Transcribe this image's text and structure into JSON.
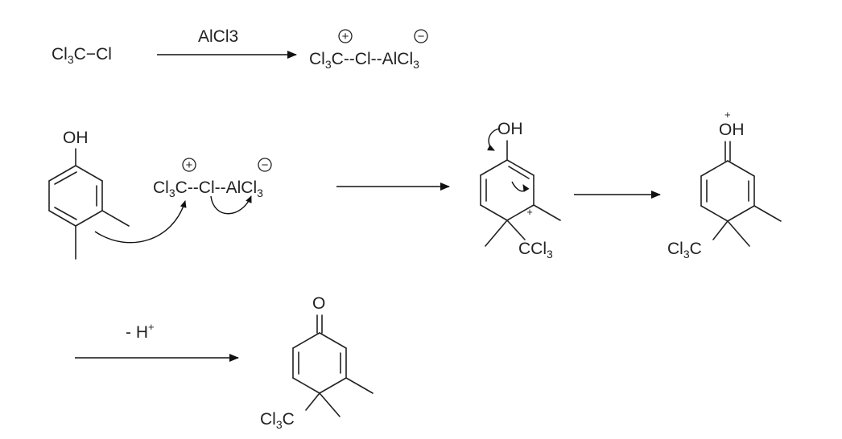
{
  "reaction1": {
    "reactant": {
      "cl": "Cl",
      "three": "3",
      "rest": "C−Cl"
    },
    "reagent": "AlCl3",
    "product": {
      "cl": "Cl",
      "three": "3",
      "c": "C",
      "mid": "--Cl--",
      "al": "AlCl",
      "al3": "3",
      "plus": "+",
      "minus": "−"
    }
  },
  "reaction2": {
    "phenol_oh": "OH",
    "complex": {
      "cl": "Cl",
      "three": "3",
      "c": "C",
      "mid": "--Cl--",
      "al": "AlCl",
      "al3": "3",
      "plus": "+",
      "minus": "−"
    },
    "intermediate": {
      "oh": "OH",
      "ccl": "CCl",
      "ccl3": "3",
      "plus": "+"
    },
    "oxonium": {
      "oh": "OH",
      "plus": "+",
      "cl": "Cl",
      "three": "3",
      "c": "C"
    }
  },
  "reaction3": {
    "condition": "- H",
    "condition_sup": "+",
    "product": {
      "o": "O",
      "cl": "Cl",
      "three": "3",
      "c": "C"
    }
  }
}
